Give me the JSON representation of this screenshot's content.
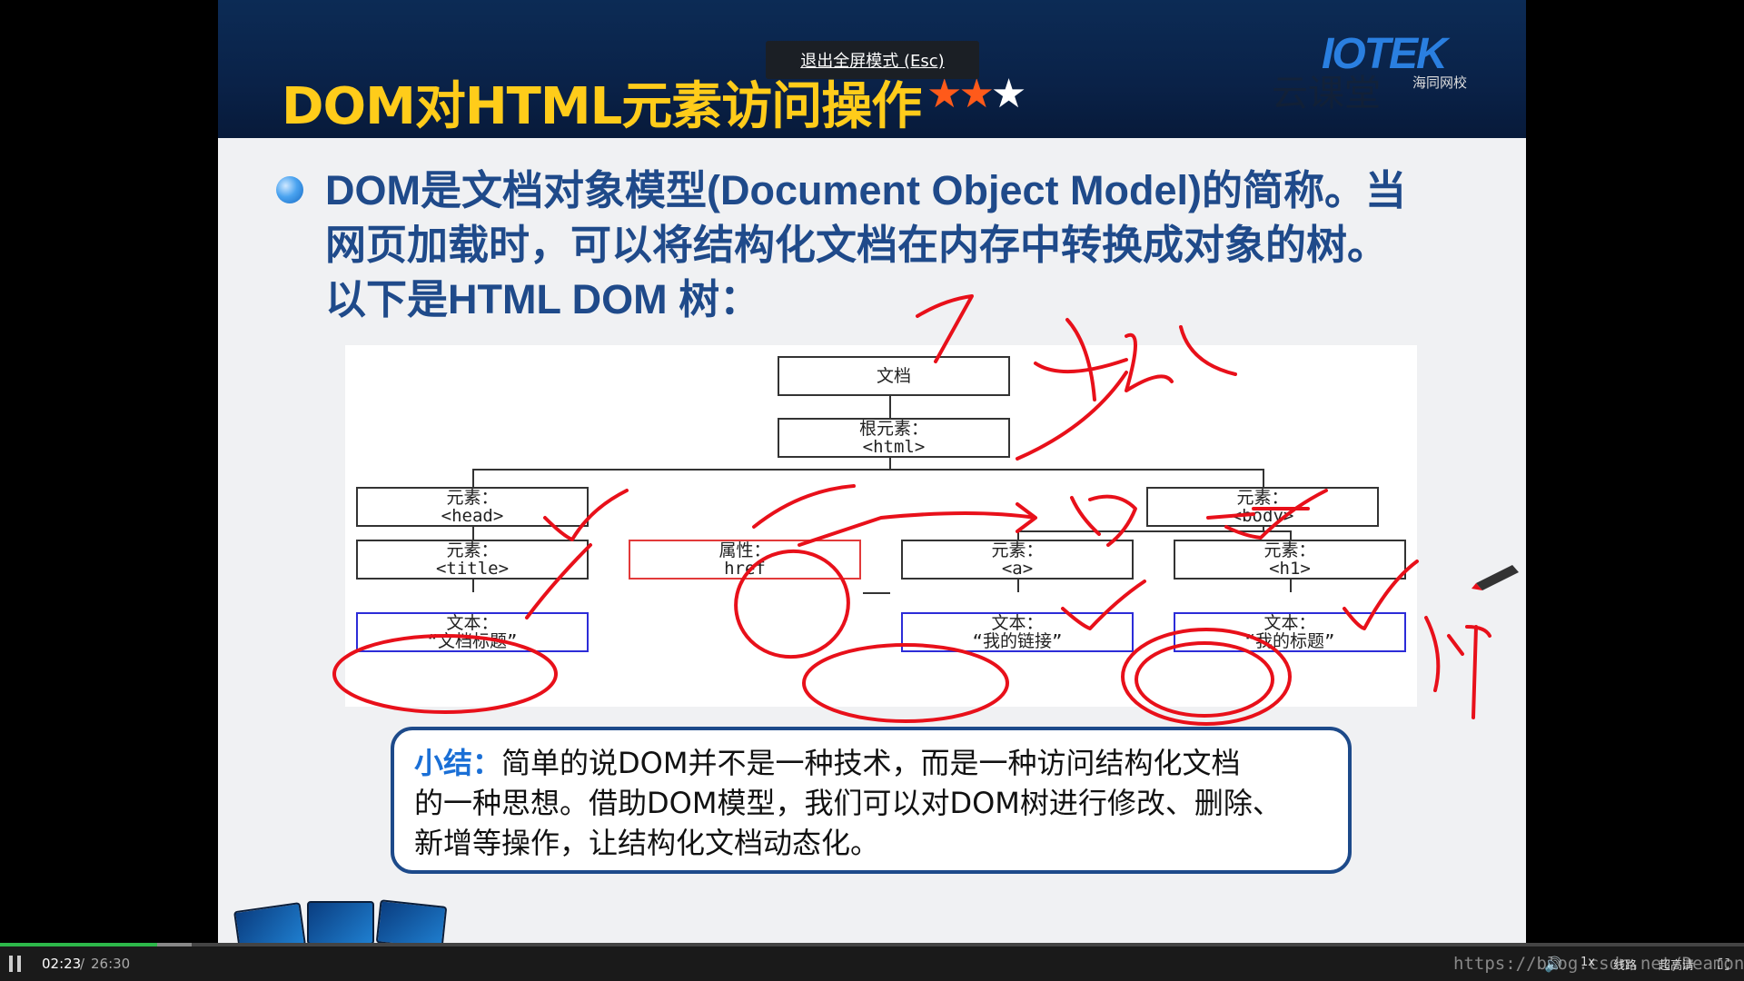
{
  "player": {
    "exit_fullscreen": "退出全屏模式 (Esc)",
    "current_time": "02:23",
    "separator": "/",
    "total_time": "26:30",
    "progress": 0.09,
    "buffered": 0.11,
    "watermark": "https://blog.csdn.net/Deamonn",
    "speed": "1x",
    "route": "线路",
    "quality": "超高清",
    "accent_color": "#2db84a"
  },
  "slide": {
    "title": "DOM对HTML元素访问操作",
    "stars_on": "★★",
    "stars_off": "★",
    "logo_main": "IOTEK",
    "logo_sub": "海同网校",
    "cloud_mark": "云课堂",
    "intro": [
      "DOM是文档对象模型(Document Object Model)的简称。当",
      "网页加载时，可以将结构化文档在内存中转换成对象的树。",
      "以下是HTML DOM 树："
    ],
    "summary_label": "小结：",
    "summary_text": [
      "简单的说DOM并不是一种技术，而是一种访问结构化文档",
      "的一种思想。借助DOM模型，我们可以对DOM树进行修改、删除、",
      "新增等操作，让结构化文档动态化。"
    ]
  },
  "tree": {
    "document": "文档",
    "root_label": "根元素：",
    "root_tag": "<html>",
    "head_label": "元素：",
    "head_tag": "<head>",
    "body_label": "元素：",
    "body_tag": "<body>",
    "title_label": "元素：",
    "title_tag": "<title>",
    "attr_label": "属性：",
    "attr_value": "href",
    "a_label": "元素：",
    "a_tag": "<a>",
    "h1_label": "元素：",
    "h1_tag": "<h1>",
    "text1_label": "文本：",
    "text1_value": "“文档标题”",
    "text2_label": "文本：",
    "text2_value": "“我的链接”",
    "text3_label": "文本：",
    "text3_value": "“我的标题”"
  }
}
